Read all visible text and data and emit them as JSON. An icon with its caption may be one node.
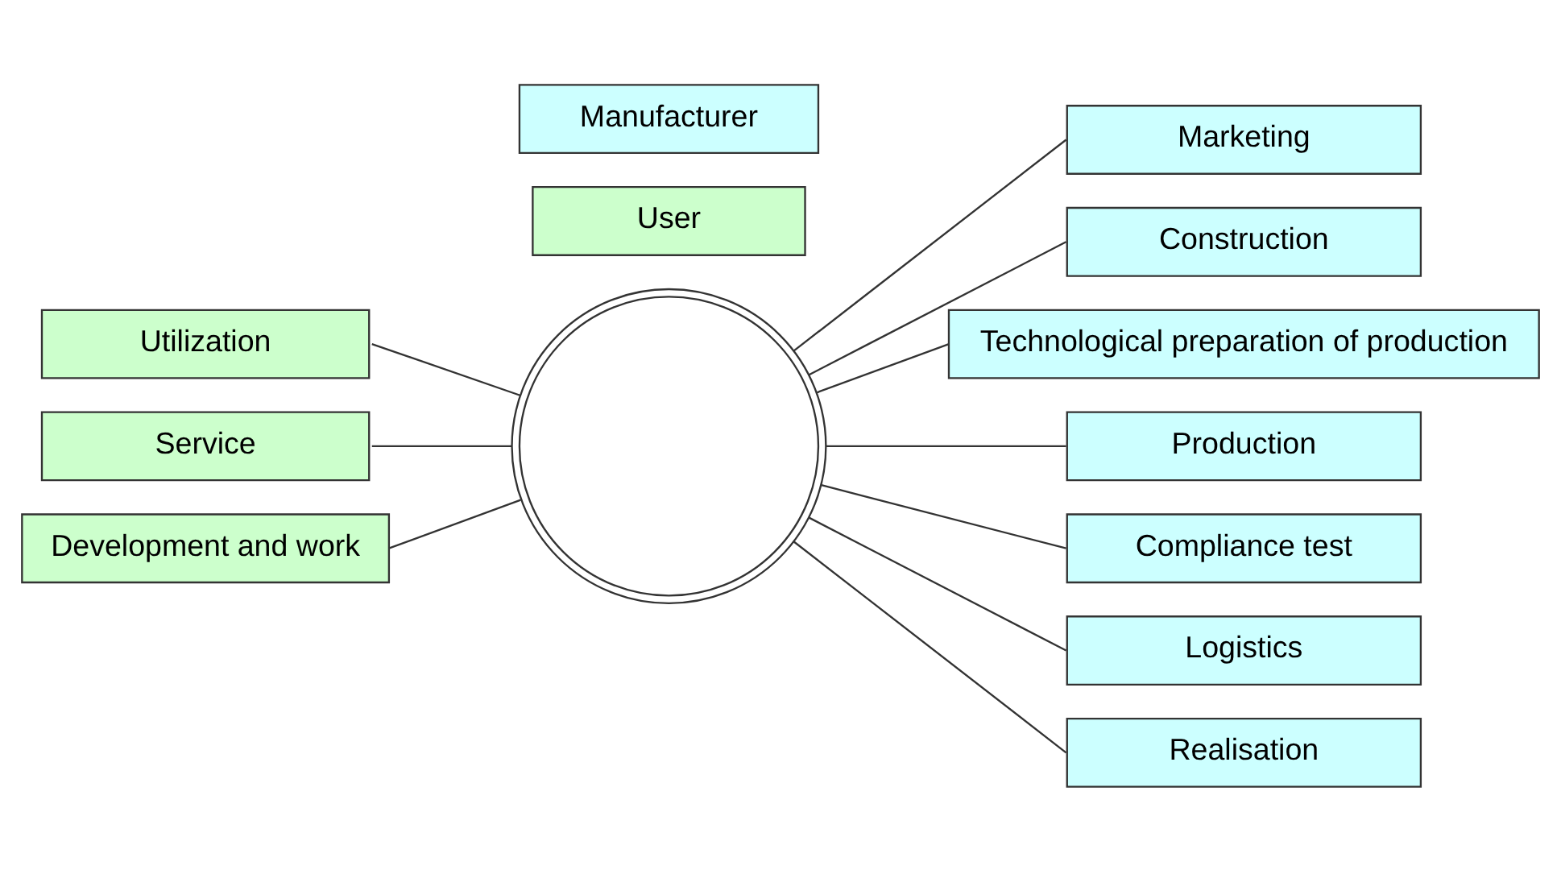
{
  "diagram": {
    "nodes": [
      {
        "text": [],
        "shape": "circle"
      },
      {
        "text": [
          "User"
        ]
      },
      {
        "text": [
          "Manufacturer"
        ]
      },
      {
        "text": [
          "Utilization"
        ]
      },
      {
        "text": [
          "Service"
        ]
      },
      {
        "text": [
          "Development and work"
        ]
      },
      {
        "text": [
          "Marketing"
        ]
      },
      {
        "text": [
          "Construction"
        ]
      },
      {
        "text": [
          "Technological preparation of production"
        ]
      },
      {
        "text": [
          "Production"
        ]
      },
      {
        "text": [
          "Compliance test"
        ]
      },
      {
        "text": [
          "Logistics"
        ]
      },
      {
        "text": [
          "Realisation"
        ]
      }
    ],
    "edges": [
      {
        "from": 3,
        "to": 0,
        "arrow": "none"
      },
      {
        "from": 4,
        "to": 0,
        "arrow": "none"
      },
      {
        "from": 5,
        "to": 0,
        "arrow": "none"
      },
      {
        "from": 0,
        "to": 6,
        "arrow": "none"
      },
      {
        "from": 0,
        "to": 7,
        "arrow": "none"
      },
      {
        "from": 0,
        "to": 8,
        "arrow": "none"
      },
      {
        "from": 0,
        "to": 9,
        "arrow": "none"
      },
      {
        "from": 0,
        "to": 10,
        "arrow": "none"
      },
      {
        "from": 0,
        "to": 11,
        "arrow": "none"
      },
      {
        "from": 0,
        "to": 12,
        "arrow": "none"
      }
    ]
  }
}
